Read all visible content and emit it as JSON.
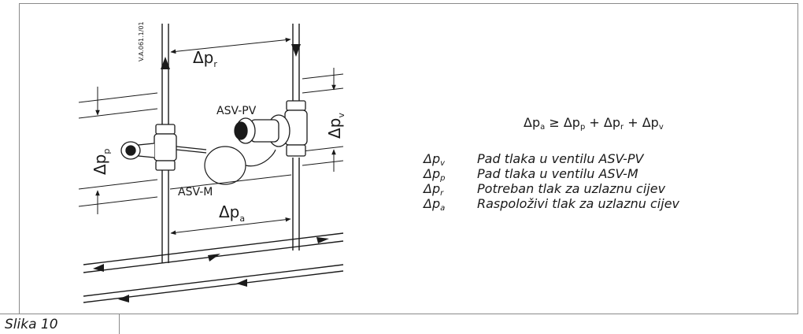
{
  "figure_caption": "Slika 10",
  "drawing_ref": "V.A.061.1/01",
  "labels": {
    "delta": "Δp",
    "r": "r",
    "v": "v",
    "p": "p",
    "a": "a",
    "asv_pv": "ASV-PV",
    "asv_m": "ASV-M"
  },
  "formula": {
    "lhs_sub": "a",
    "op": "≥",
    "terms": [
      "p",
      "r",
      "v"
    ],
    "plus": "+"
  },
  "legend": [
    {
      "sub": "v",
      "text": "Pad tlaka u ventilu ASV-PV"
    },
    {
      "sub": "p",
      "text": "Pad tlaka u ventilu ASV-M"
    },
    {
      "sub": "r",
      "text": "Potreban tlak za uzlaznu cijev"
    },
    {
      "sub": "a",
      "text": "Raspoloživi tlak za uzlaznu cijev"
    }
  ]
}
